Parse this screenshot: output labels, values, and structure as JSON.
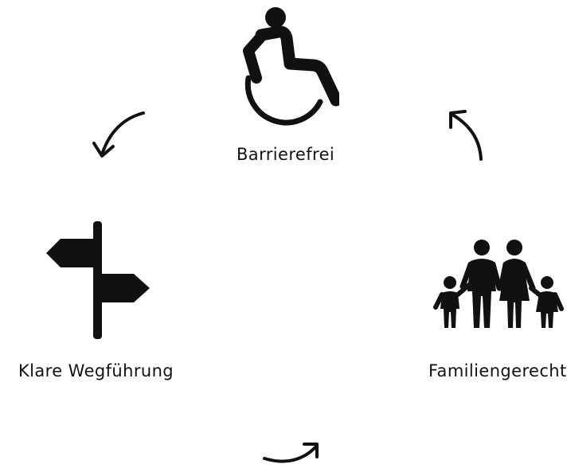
{
  "diagram": {
    "nodes": [
      {
        "id": "barrierefrei",
        "label": "Barrierefrei",
        "icon": "wheelchair-icon"
      },
      {
        "id": "klare-wegfuehrung",
        "label": "Klare Wegführung",
        "icon": "signpost-icon"
      },
      {
        "id": "familiengerecht",
        "label": "Familiengerecht",
        "icon": "family-icon"
      }
    ],
    "arrows": [
      {
        "from": "barrierefrei",
        "to": "klare-wegfuehrung",
        "direction": "counter-clockwise"
      },
      {
        "from": "klare-wegfuehrung",
        "to": "familiengerecht",
        "direction": "counter-clockwise"
      },
      {
        "from": "familiengerecht",
        "to": "barrierefrei",
        "direction": "counter-clockwise"
      }
    ]
  },
  "colors": {
    "icon": "#111111",
    "background": "#ffffff"
  }
}
